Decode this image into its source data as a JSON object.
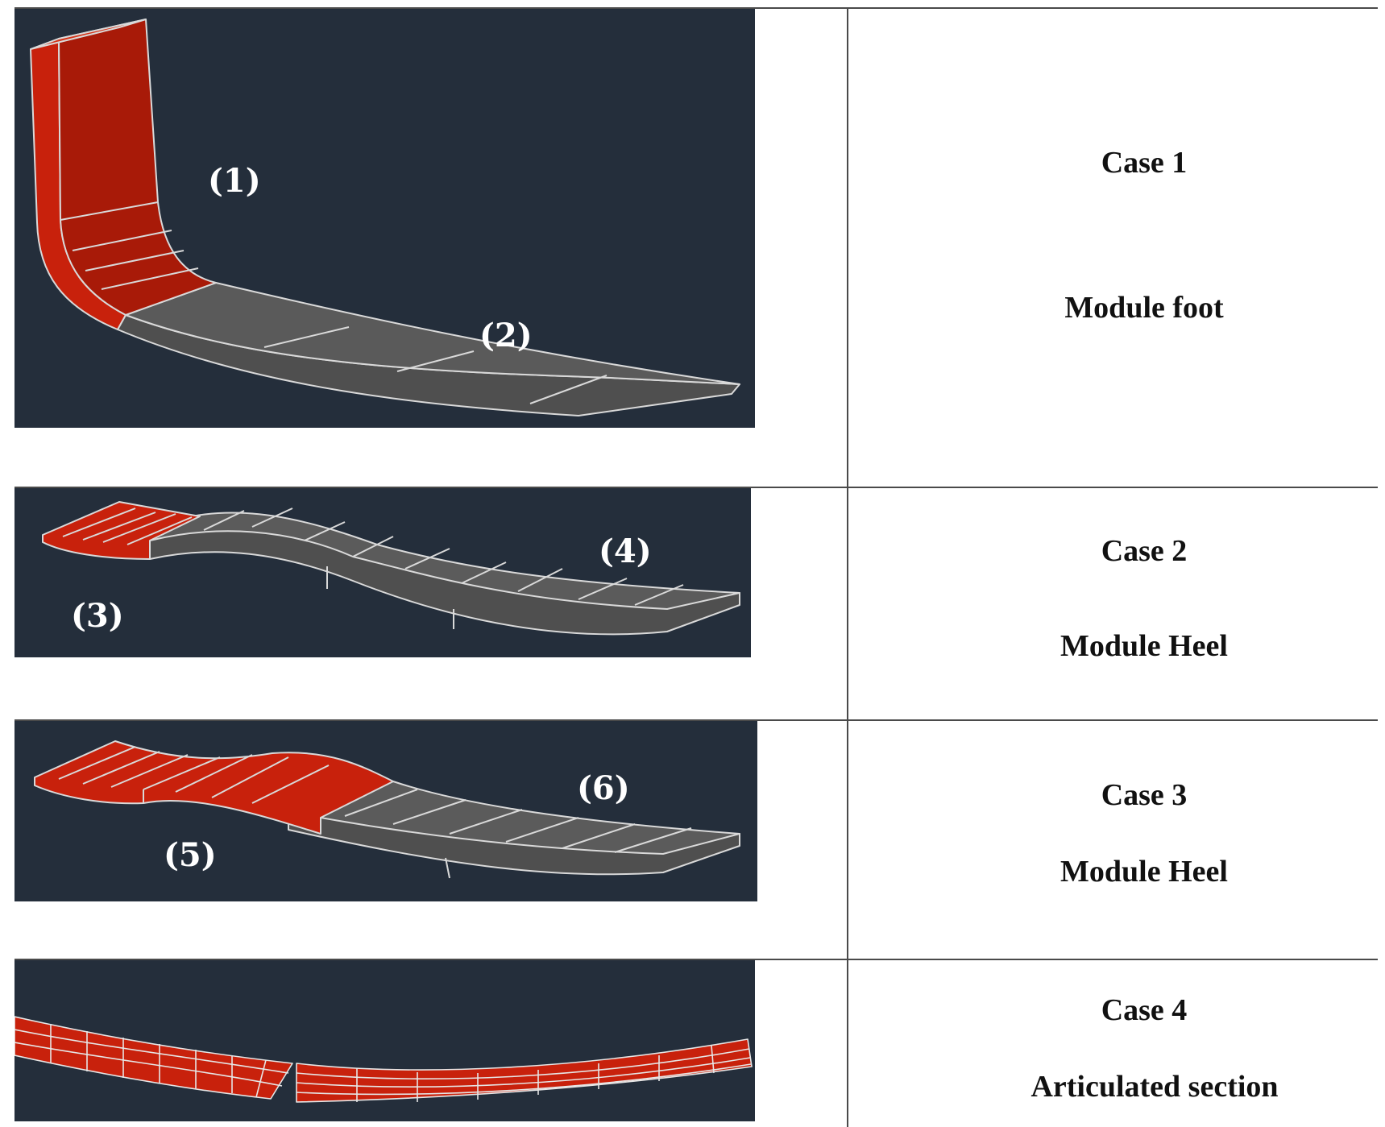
{
  "colors": {
    "panel_background": "#242e3b",
    "red_part": "#c8210c",
    "red_part_dark": "#a81a08",
    "gray_part": "#555555",
    "gray_part_dark": "#3f3f3f",
    "mesh_line": "#d9d9d9",
    "grid_line": "#4a4a4a"
  },
  "rows": [
    {
      "case_label": "Case 1",
      "description": "Module foot",
      "part_labels": [
        "(1)",
        "(2)"
      ]
    },
    {
      "case_label": "Case 2",
      "description": "Module Heel",
      "part_labels": [
        "(3)",
        "(4)"
      ]
    },
    {
      "case_label": "Case 3",
      "description": "Module Heel",
      "part_labels": [
        "(5)",
        "(6)"
      ]
    },
    {
      "case_label": "Case 4",
      "description": "Articulated section",
      "part_labels": []
    }
  ]
}
